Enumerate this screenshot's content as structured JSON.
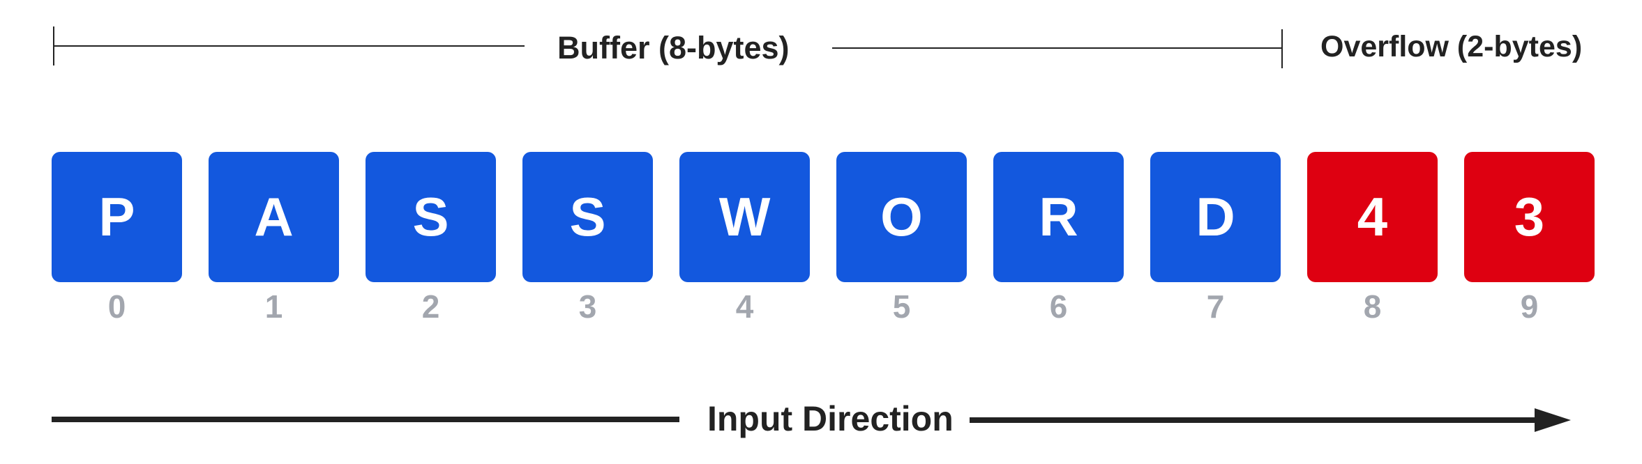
{
  "buffer_bracket": {
    "label": "Buffer (8-bytes)"
  },
  "overflow_label": "Overflow (2-bytes)",
  "cells": [
    {
      "char": "P",
      "index": "0",
      "region": "buffer"
    },
    {
      "char": "A",
      "index": "1",
      "region": "buffer"
    },
    {
      "char": "S",
      "index": "2",
      "region": "buffer"
    },
    {
      "char": "S",
      "index": "3",
      "region": "buffer"
    },
    {
      "char": "W",
      "index": "4",
      "region": "buffer"
    },
    {
      "char": "O",
      "index": "5",
      "region": "buffer"
    },
    {
      "char": "R",
      "index": "6",
      "region": "buffer"
    },
    {
      "char": "D",
      "index": "7",
      "region": "buffer"
    },
    {
      "char": "4",
      "index": "8",
      "region": "overflow"
    },
    {
      "char": "3",
      "index": "9",
      "region": "overflow"
    }
  ],
  "direction_arrow": {
    "label": "Input Direction"
  },
  "colors": {
    "buffer": "#1358DE",
    "overflow": "#DE0011",
    "index_text": "#A2A6AE",
    "text_dark": "#222222"
  }
}
